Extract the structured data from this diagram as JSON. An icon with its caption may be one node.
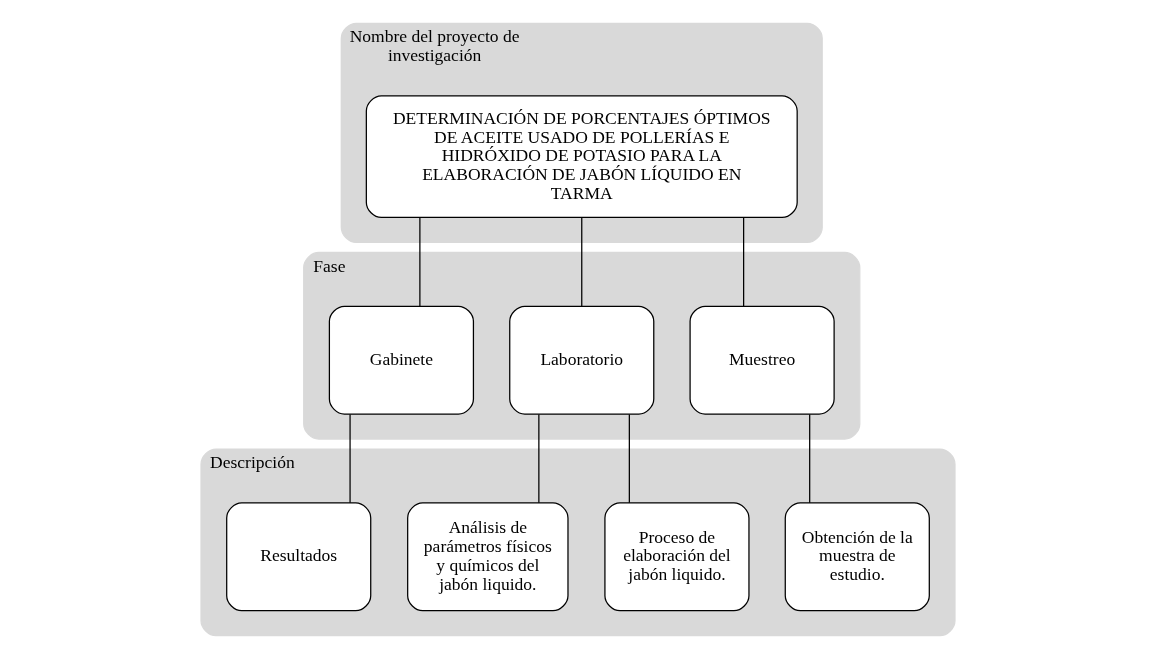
{
  "diagram": {
    "nodes": [
      {
        "text": [
          "Nombre del proyecto de investigación"
        ]
      },
      {
        "text": [
          "DETERMINACIÓN DE PORCENTAJES ÓPTIMOS DE ACEITE USADO DE POLLERÍAS E HIDRÓXIDO DE POTASIO PARA LA ELABORACIÓN DE JABÓN LÍQUIDO EN TARMA"
        ],
        "in": 0
      },
      {
        "text": [
          "Fase"
        ]
      },
      {
        "text": [
          "Muestreo"
        ],
        "in": 2
      },
      {
        "text": [
          "Laboratorio"
        ],
        "in": 2
      },
      {
        "text": [
          "Gabinete"
        ],
        "in": 2
      },
      {
        "text": [
          "Descripción"
        ]
      },
      {
        "text": [
          "Obtención de la muestra de estudio."
        ],
        "in": 6
      },
      {
        "text": [
          "Proceso de elaboración del jabón liquido."
        ],
        "in": 6
      },
      {
        "text": [
          "Análisis de parámetros físicos y químicos del jabón liquido."
        ],
        "in": 6
      },
      {
        "text": [
          "Resultados"
        ],
        "in": 6
      }
    ],
    "edges": [
      {
        "from": 1,
        "to": 3,
        "arrow": "none"
      },
      {
        "from": 1,
        "to": 4,
        "arrow": "none"
      },
      {
        "from": 1,
        "to": 5,
        "arrow": "none"
      },
      {
        "from": 3,
        "to": 7,
        "arrow": "none"
      },
      {
        "from": 4,
        "to": 8,
        "arrow": "none"
      },
      {
        "from": 4,
        "to": 9,
        "arrow": "none"
      },
      {
        "from": 5,
        "to": 10,
        "arrow": "none"
      }
    ]
  }
}
